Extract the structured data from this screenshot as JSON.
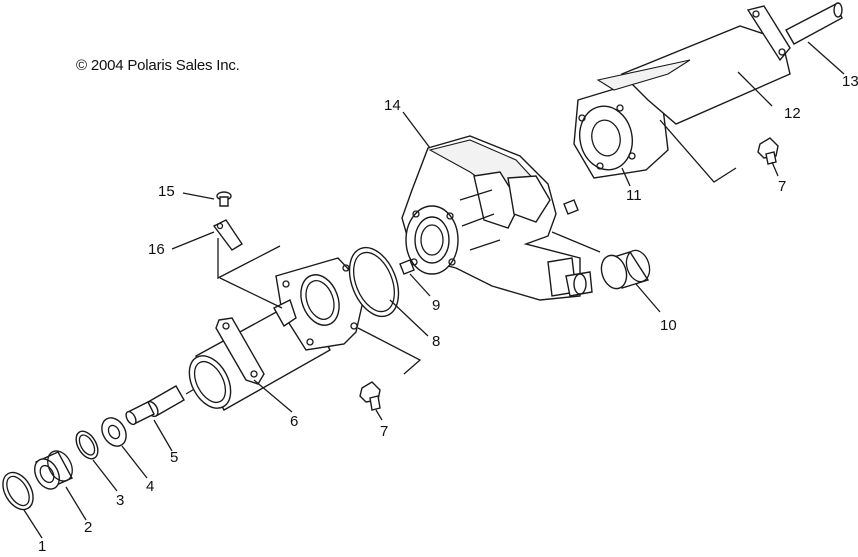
{
  "copyright": "© 2004 Polaris Sales Inc.",
  "callouts": {
    "c1": "1",
    "c2": "2",
    "c3": "3",
    "c4": "4",
    "c5": "5",
    "c6": "6",
    "c7a": "7",
    "c7b": "7",
    "c8": "8",
    "c9": "9",
    "c10": "10",
    "c11": "11",
    "c12": "12",
    "c13": "13",
    "c14": "14",
    "c15": "15",
    "c16": "16"
  }
}
